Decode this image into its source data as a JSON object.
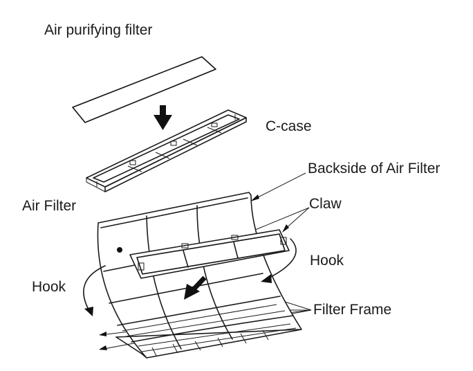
{
  "labels": {
    "title": "Air purifying filter",
    "c_case": "C-case",
    "backside": "Backside of Air Filter",
    "air_filter": "Air Filter",
    "claw": "Claw",
    "hook_right": "Hook",
    "hook_left": "Hook",
    "filter_frame": "Filter Frame"
  },
  "colors": {
    "ink": "#1a1a1a",
    "background": "#ffffff"
  }
}
